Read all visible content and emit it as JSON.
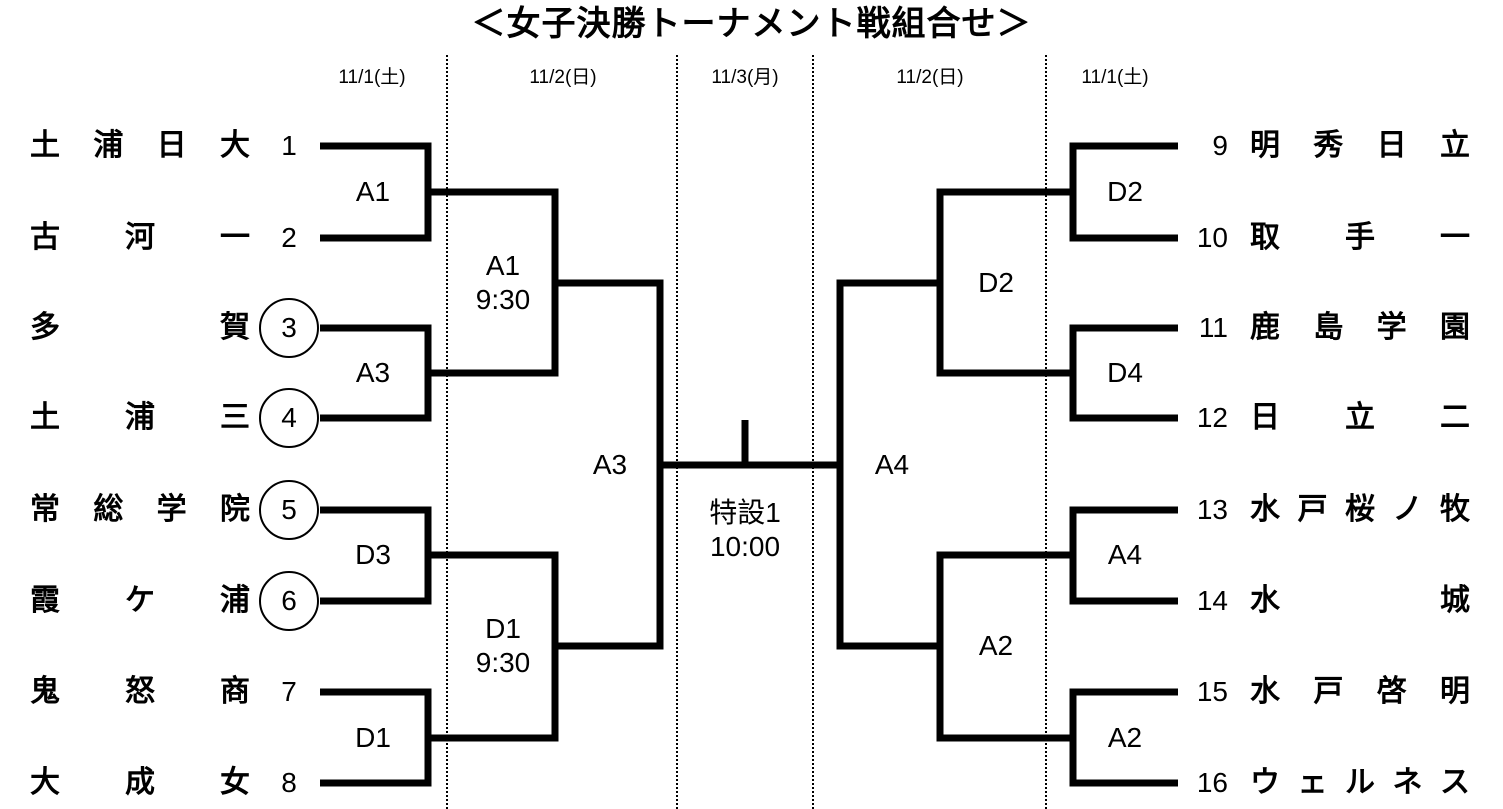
{
  "title": "＜女子決勝トーナメント戦組合せ＞",
  "dates": [
    "11/1(土)",
    "11/2(日)",
    "11/3(月)",
    "11/2(日)",
    "11/1(土)"
  ],
  "left_teams": [
    {
      "name": "土浦日大",
      "number": "1",
      "circled": false
    },
    {
      "name": "古河一",
      "number": "2",
      "circled": false
    },
    {
      "name": "多賀",
      "number": "3",
      "circled": true
    },
    {
      "name": "土浦三",
      "number": "4",
      "circled": true
    },
    {
      "name": "常総学院",
      "number": "5",
      "circled": true
    },
    {
      "name": "霞ケ浦",
      "number": "6",
      "circled": true
    },
    {
      "name": "鬼怒商",
      "number": "7",
      "circled": false
    },
    {
      "name": "大成女",
      "number": "8",
      "circled": false
    }
  ],
  "right_teams": [
    {
      "name": "明秀日立",
      "number": "9"
    },
    {
      "name": "取手一",
      "number": "10"
    },
    {
      "name": "鹿島学園",
      "number": "11"
    },
    {
      "name": "日立二",
      "number": "12"
    },
    {
      "name": "水戸桜ノ牧",
      "number": "13"
    },
    {
      "name": "水城",
      "number": "14"
    },
    {
      "name": "水戸啓明",
      "number": "15"
    },
    {
      "name": "ウェルネス",
      "number": "16"
    }
  ],
  "left_round1": [
    "A1",
    "A3",
    "D3",
    "D1"
  ],
  "left_round2": [
    {
      "court": "A1",
      "time": "9:30"
    },
    {
      "court": "D1",
      "time": "9:30"
    }
  ],
  "left_semi": "A3",
  "final": {
    "court": "特設1",
    "time": "10:00"
  },
  "right_semi": "A4",
  "right_round2": [
    "D2",
    "A2"
  ],
  "right_round1": [
    "D2",
    "D4",
    "A4",
    "A2"
  ]
}
